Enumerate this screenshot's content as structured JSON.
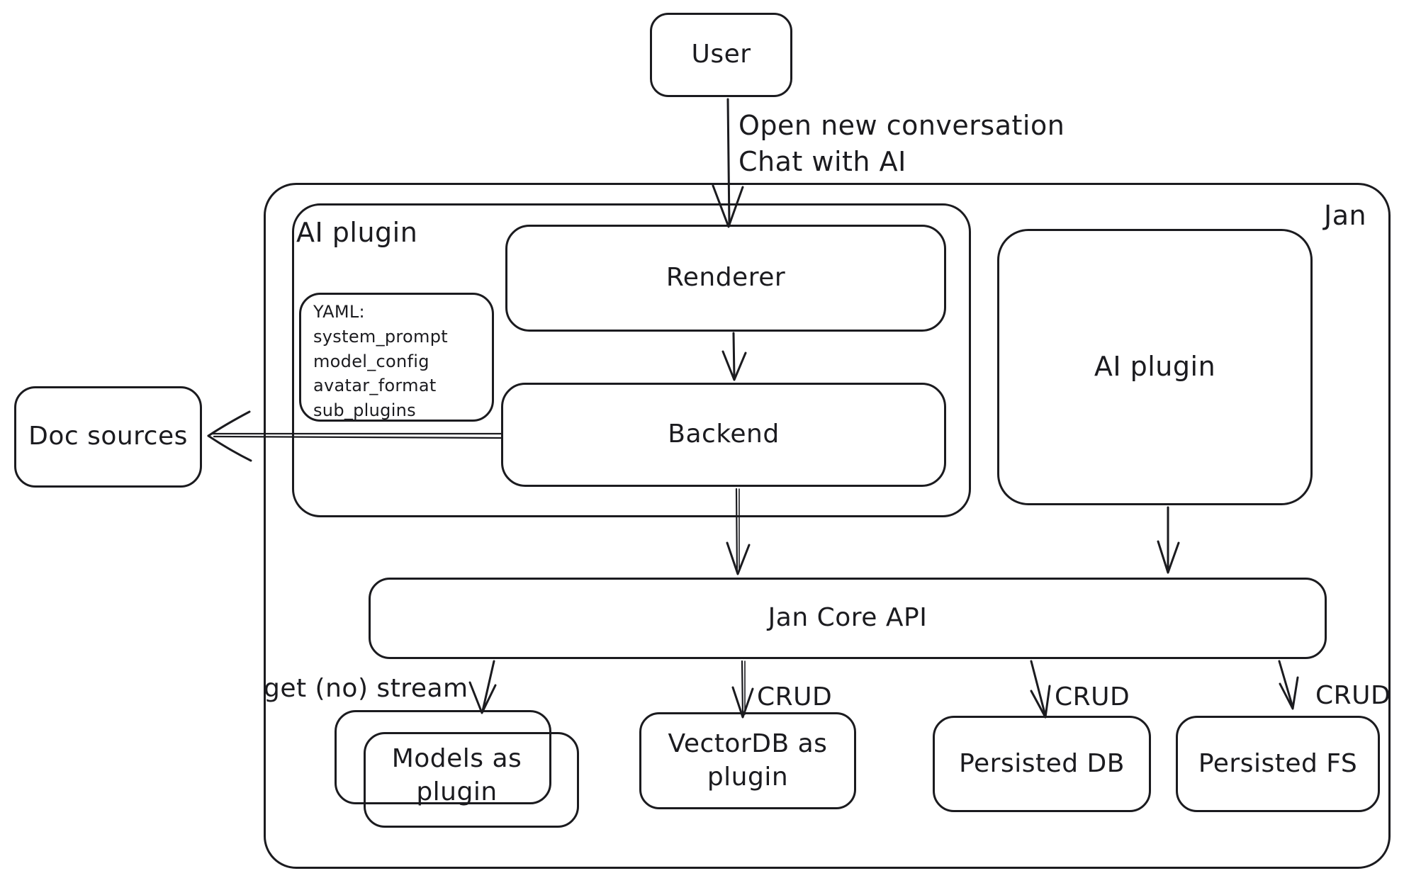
{
  "colors": {
    "ink": "#1b1b1f",
    "background": "#ffffff"
  },
  "containers": {
    "jan": {
      "label": "Jan"
    },
    "ai_plugin": {
      "label": "AI plugin"
    }
  },
  "nodes": {
    "user": {
      "label": "User"
    },
    "renderer": {
      "label": "Renderer"
    },
    "backend": {
      "label": "Backend"
    },
    "doc_sources": {
      "label": "Doc sources"
    },
    "ai_plugin_right": {
      "label": "AI plugin"
    },
    "jan_core_api": {
      "label": "Jan Core API"
    },
    "models": {
      "label": "Models as\nplugin"
    },
    "vectordb": {
      "label": "VectorDB as\nplugin"
    },
    "persisted_db": {
      "label": "Persisted DB"
    },
    "persisted_fs": {
      "label": "Persisted FS"
    }
  },
  "notes": {
    "yaml": {
      "text": "YAML:\nsystem_prompt\nmodel_config\navatar_format\nsub_plugins"
    }
  },
  "edge_labels": {
    "user_action": {
      "text": "Open new conversation\nChat with AI"
    },
    "get_stream": {
      "text": "get (no) stream"
    },
    "crud_vectordb": {
      "text": "CRUD"
    },
    "crud_persisted_db": {
      "text": "CRUD"
    },
    "crud_persisted_fs": {
      "text": "CRUD"
    }
  }
}
